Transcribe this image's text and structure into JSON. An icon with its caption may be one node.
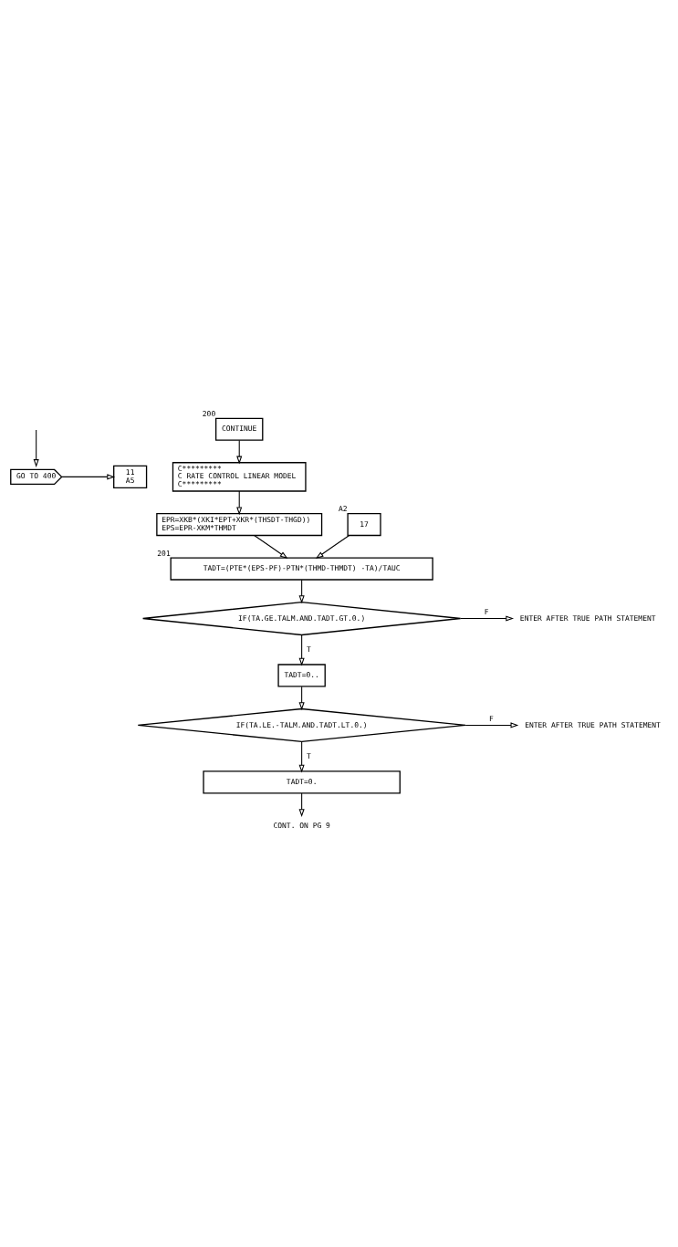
{
  "diagram": {
    "nodes": [
      {
        "text": [
          "GO TO 400"
        ]
      },
      {
        "text": [
          "11",
          "A5"
        ]
      },
      {
        "text": [
          "CONTINUE"
        ],
        "beside": [
          "200"
        ]
      },
      {
        "text": [
          "C*********",
          "C RATE CONTROL LINEAR MODEL",
          "C*********"
        ]
      },
      {
        "text": [
          "EPR=XKB*(XKI*EPT+XKR*(THSDT-THGD))",
          "EPS=EPR-XKM*THMDT"
        ]
      },
      {
        "text": [
          "17"
        ],
        "beside": [
          "A2"
        ]
      },
      {
        "text": [
          "TADT=(PTE*(EPS-PF)-PTN*(THMD-THMDT) -TA)/TAUC"
        ],
        "beside": [
          "201"
        ]
      },
      {
        "text": [
          "IF(TA.GE.TALM.AND.TADT.GT.0.)"
        ]
      },
      {
        "text": [
          "ENTER AFTER TRUE PATH STATEMENT"
        ]
      },
      {
        "text": [
          "TADT=0.."
        ]
      },
      {
        "text": [
          "IF(TA.LE.-TALM.AND.TADT.LT.0.)"
        ]
      },
      {
        "text": [
          "ENTER AFTER TRUE PATH STATEMENT"
        ]
      },
      {
        "text": [
          "TADT=0."
        ]
      },
      {
        "text": [
          "CONT. ON PG 9"
        ]
      }
    ],
    "edges": [
      {
        "from": null,
        "to": 0,
        "arrow": "to"
      },
      {
        "from": 0,
        "to": 1,
        "arrow": "to"
      },
      {
        "from": 2,
        "to": 3,
        "arrow": "to"
      },
      {
        "from": 3,
        "to": 4,
        "arrow": "to"
      },
      {
        "from": 4,
        "to": 6,
        "arrow": "to"
      },
      {
        "from": 5,
        "to": 6,
        "arrow": "to"
      },
      {
        "from": 6,
        "to": 7,
        "arrow": "to"
      },
      {
        "from": 7,
        "to": 8,
        "arrow": "to",
        "label": "F"
      },
      {
        "from": 7,
        "to": 9,
        "arrow": "to",
        "label": "T"
      },
      {
        "from": 9,
        "to": 10,
        "arrow": "to"
      },
      {
        "from": 10,
        "to": 11,
        "arrow": "to",
        "label": "F"
      },
      {
        "from": 10,
        "to": 12,
        "arrow": "to",
        "label": "T"
      },
      {
        "from": 12,
        "to": 13,
        "arrow": "to"
      }
    ]
  }
}
